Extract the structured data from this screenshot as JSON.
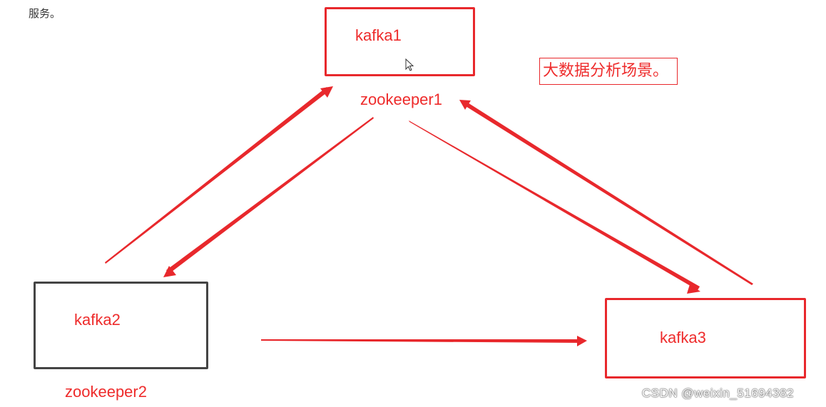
{
  "page": {
    "top_text": "服务。"
  },
  "nodes": {
    "kafka1": {
      "label": "kafka1",
      "zookeeper": "zookeeper1"
    },
    "kafka2": {
      "label": "kafka2",
      "zookeeper": "zookeeper2"
    },
    "kafka3": {
      "label": "kafka3"
    }
  },
  "note": {
    "text": "大数据分析场景。"
  },
  "watermark": {
    "text": "CSDN @weixin_51694382"
  },
  "colors": {
    "accent": "#e8282c",
    "text": "#ee2b2b",
    "dark_border": "#444444"
  },
  "edges": [
    {
      "from": "kafka2",
      "to": "kafka1",
      "style": "thin-to-thick arrow"
    },
    {
      "from": "zookeeper1",
      "to": "kafka2",
      "style": "thin-to-thick arrow"
    },
    {
      "from": "zookeeper1",
      "to": "kafka3",
      "style": "thin-to-thick arrow"
    },
    {
      "from": "kafka3",
      "to": "zookeeper1",
      "style": "thin-to-thick arrow"
    },
    {
      "from": "kafka2",
      "to": "kafka3",
      "style": "thin-to-thick arrow"
    }
  ]
}
